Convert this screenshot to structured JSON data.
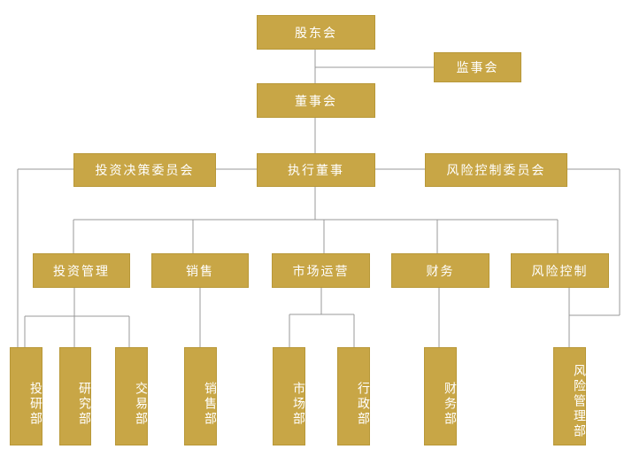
{
  "colors": {
    "box_fill": "#c8a646",
    "box_text": "#ffffff",
    "connector": "#999999"
  },
  "nodes": {
    "shareholders": "股东会",
    "supervisors": "监事会",
    "board": "董事会",
    "executive_director": "执行董事",
    "investment_committee": "投资决策委员会",
    "risk_committee": "风险控制委员会",
    "investment_management": "投资管理",
    "sales": "销售",
    "marketing_operations": "市场运营",
    "finance": "财务",
    "risk_control": "风险控制",
    "investment_research_dept": "投研部",
    "research_dept": "研究部",
    "trading_dept": "交易部",
    "sales_dept": "销售部",
    "market_dept": "市场部",
    "admin_dept": "行政部",
    "finance_dept": "财务部",
    "risk_management_dept": "风险管理部"
  }
}
